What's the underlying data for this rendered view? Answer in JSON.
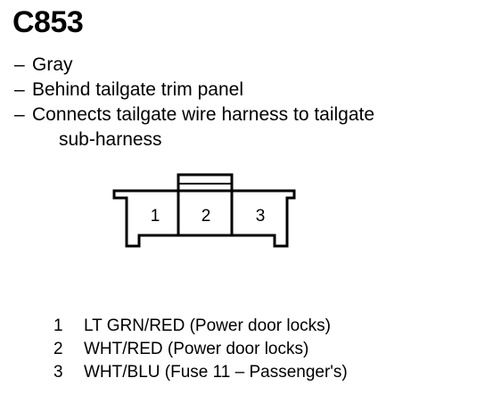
{
  "connector": {
    "title": "C853",
    "details": [
      {
        "dash": "–",
        "text": "Gray"
      },
      {
        "dash": "–",
        "text": "Behind tailgate trim panel"
      },
      {
        "dash": "–",
        "text": "Connects tailgate wire harness to tailgate"
      },
      {
        "dash": "",
        "text": "sub-harness"
      }
    ],
    "cavity_labels": [
      "1",
      "2",
      "3"
    ],
    "pinout": [
      {
        "pin": "1",
        "description": "LT GRN/RED (Power door locks)"
      },
      {
        "pin": "2",
        "description": "WHT/RED (Power door locks)"
      },
      {
        "pin": "3",
        "description": "WHT/BLU (Fuse 11 – Passenger's)"
      }
    ]
  }
}
